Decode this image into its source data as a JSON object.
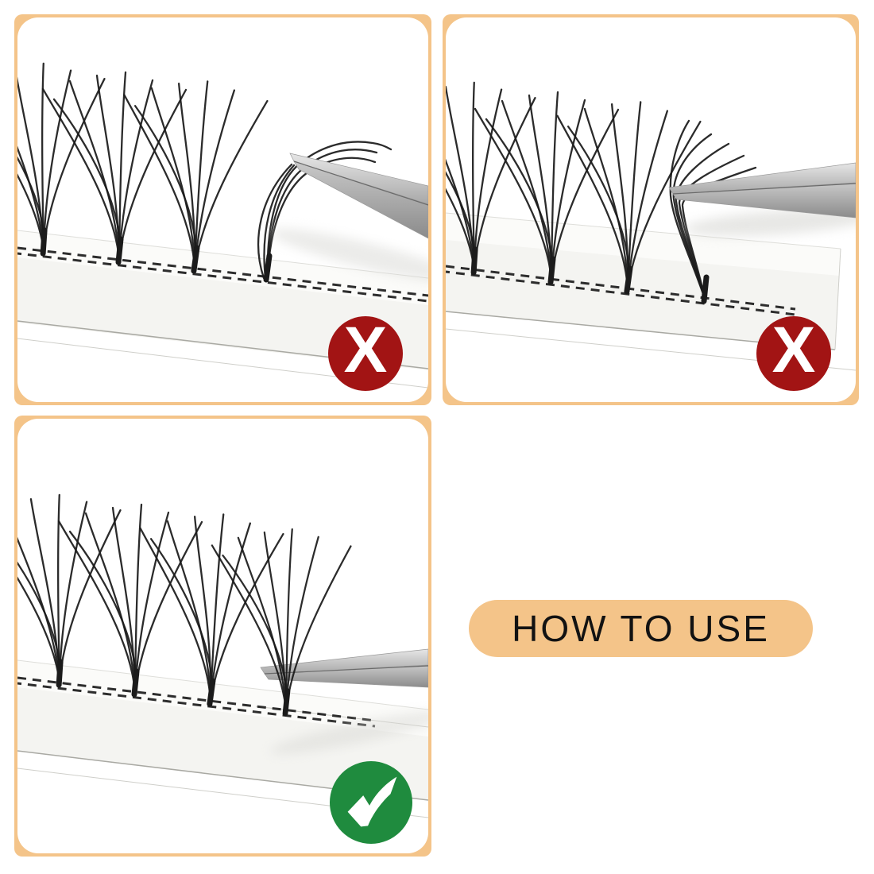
{
  "title": {
    "label": "HOW TO USE"
  },
  "marks": {
    "wrong_label": "X",
    "wrong_icon": "x-in-circle-icon",
    "correct_icon": "check-in-circle-icon"
  },
  "colors": {
    "page_bg": "#ffffff",
    "frame_peach": "#f4c489",
    "wrong_red": "#a21414",
    "correct_green": "#1f8b3e",
    "lash_color": "#1b1b1b",
    "text_color": "#121212"
  },
  "panels": [
    {
      "id": "grab-by-tips",
      "verdict": "wrong"
    },
    {
      "id": "grab-by-middle",
      "verdict": "wrong"
    },
    {
      "id": "grab-by-base",
      "verdict": "correct"
    }
  ]
}
